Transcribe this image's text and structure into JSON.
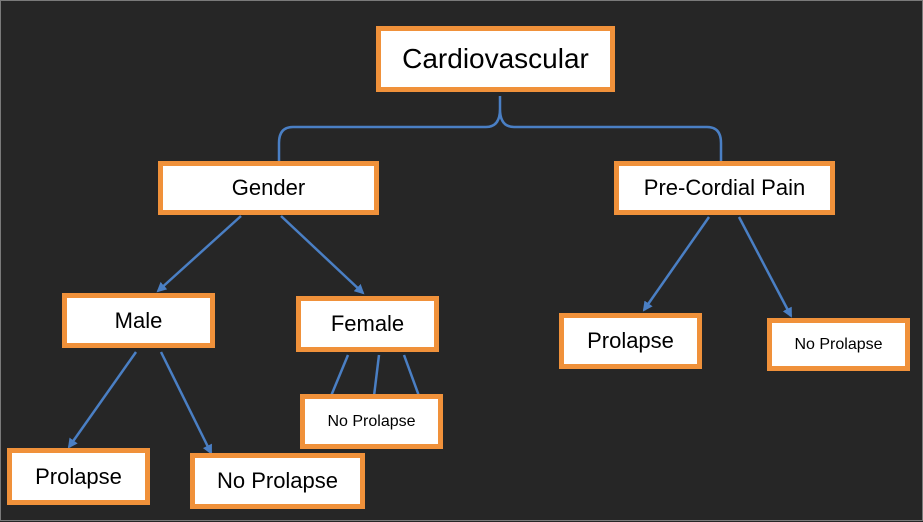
{
  "colors": {
    "background": "#262626",
    "node_fill": "#ffffff",
    "node_border": "#f0913a",
    "connector": "#4a7fc4",
    "text": "#000000"
  },
  "tree": {
    "root": {
      "label": "Cardiovascular"
    },
    "gender": {
      "label": "Gender"
    },
    "pre_cordial_pain": {
      "label": "Pre-Cordial Pain"
    },
    "male": {
      "label": "Male"
    },
    "female": {
      "label": "Female"
    },
    "male_prolapse": {
      "label": "Prolapse"
    },
    "male_no_prolapse": {
      "label": "No Prolapse"
    },
    "female_no_prolapse": {
      "label": "No Prolapse"
    },
    "pain_prolapse": {
      "label": "Prolapse"
    },
    "pain_no_prolapse": {
      "label": "No Prolapse"
    }
  }
}
